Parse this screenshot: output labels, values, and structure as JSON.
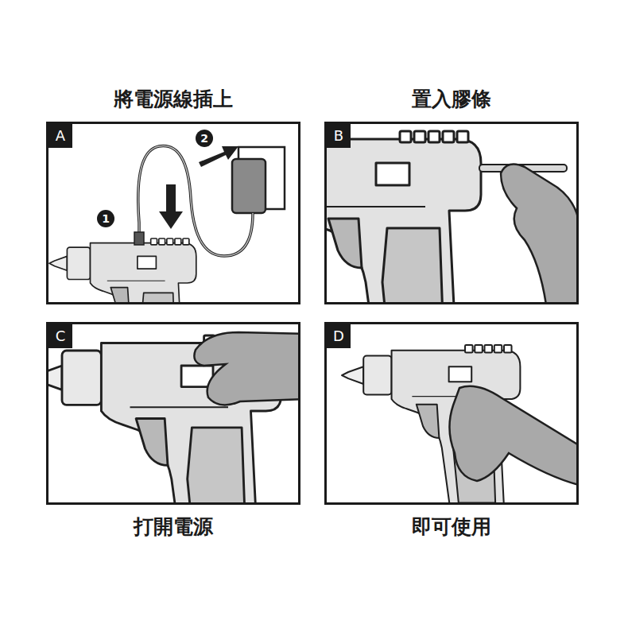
{
  "diagram": {
    "nodes": [
      {
        "text": [
          "將電源線插上",
          "A"
        ]
      },
      {
        "text": [
          "置入膠條",
          "B"
        ]
      },
      {
        "text": [
          "C",
          "打開電源"
        ]
      },
      {
        "text": [
          "D",
          "即可使用"
        ]
      }
    ],
    "labels": [
      "1",
      "2"
    ]
  }
}
